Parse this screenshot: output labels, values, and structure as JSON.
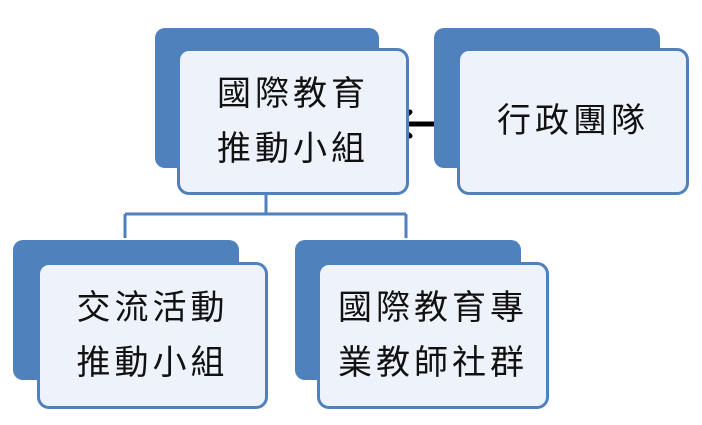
{
  "nodes": {
    "top_center": "國際教育\n推動小組",
    "admin_team": "行政團隊",
    "exchange": "交流活動\n推動小組",
    "community": "國際教育專\n業教師社群"
  },
  "colors": {
    "accent": "#4f81bd",
    "card_fill": "#eef3fb",
    "connector": "#4f81bd",
    "arrow": "#000000"
  }
}
